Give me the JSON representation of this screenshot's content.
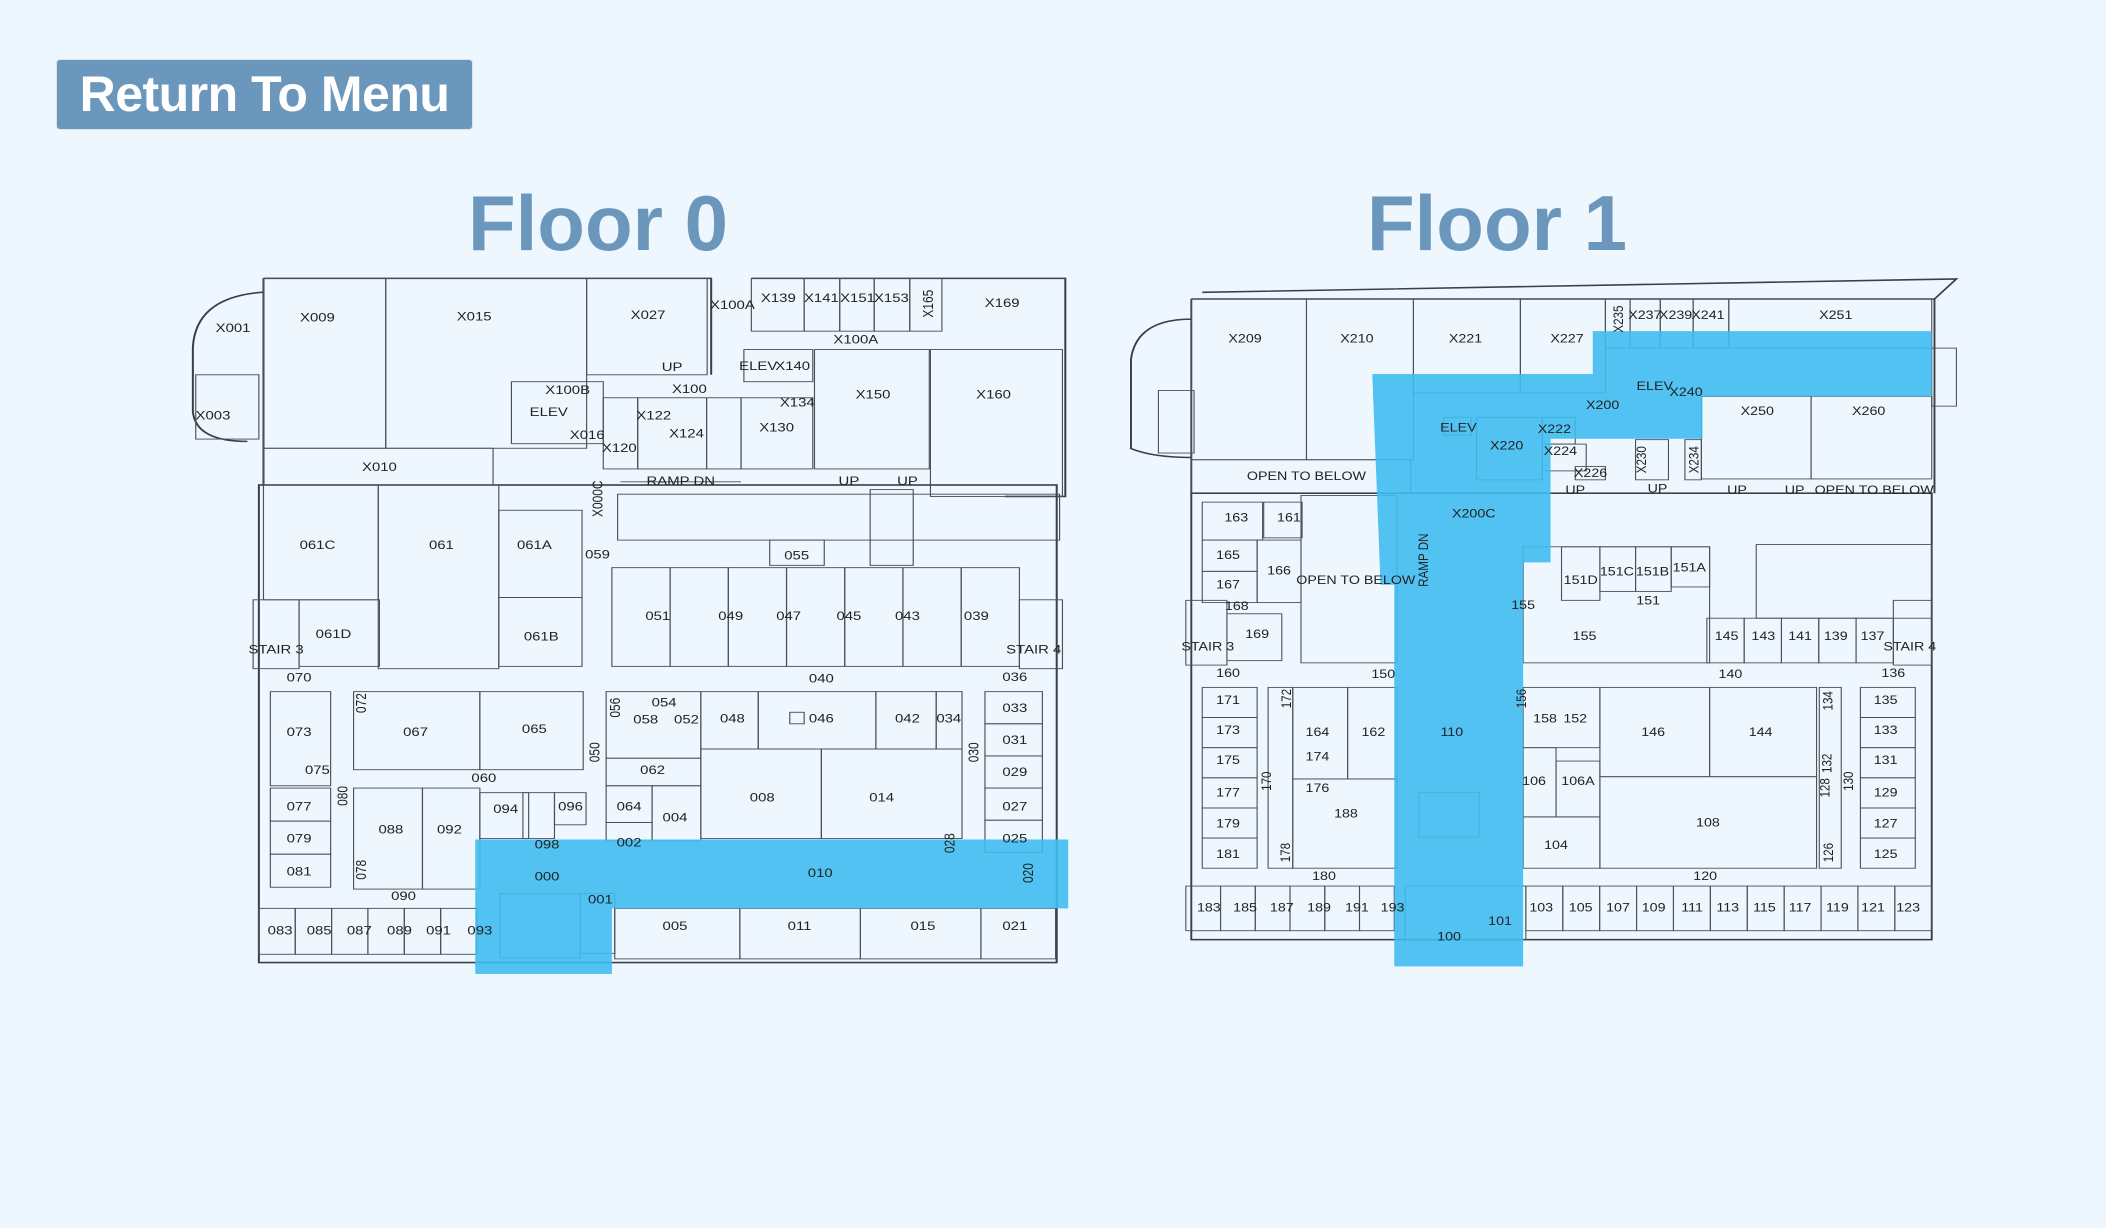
{
  "nav": {
    "return_label": "Return To Menu"
  },
  "colors": {
    "accent": "#6a97bb",
    "route_highlight": "#3fbcf0",
    "background": "#eef6fe"
  },
  "floor0": {
    "title": "Floor 0",
    "rooms": [
      "X001",
      "X009",
      "X015",
      "X027",
      "X100A",
      "X139",
      "X141",
      "X151",
      "X153",
      "X165",
      "X169",
      "X100A",
      "X140",
      "ELEV",
      "X150",
      "X160",
      "X100B",
      "ELEV",
      "X100",
      "X122",
      "X124",
      "X130",
      "X134",
      "X016",
      "X120",
      "X003",
      "X010",
      "X000C",
      "RAMP DN",
      "UP",
      "UP",
      "UP",
      "061C",
      "061",
      "061A",
      "059",
      "055",
      "051",
      "049",
      "047",
      "045",
      "043",
      "039",
      "061D",
      "061B",
      "STAIR 3",
      "STAIR 4",
      "070",
      "040",
      "036",
      "073",
      "072",
      "067",
      "065",
      "056",
      "054",
      "058",
      "052",
      "048",
      "046",
      "042",
      "034",
      "033",
      "031",
      "029",
      "030",
      "050",
      "075",
      "062",
      "060",
      "008",
      "014",
      "080",
      "077",
      "094",
      "096",
      "064",
      "004",
      "027",
      "088",
      "092",
      "079",
      "098",
      "002",
      "025",
      "028",
      "081",
      "078",
      "000",
      "010",
      "020",
      "090",
      "001",
      "083",
      "085",
      "087",
      "089",
      "091",
      "093",
      "005",
      "011",
      "015",
      "021"
    ]
  },
  "floor1": {
    "title": "Floor 1",
    "rooms": [
      "X209",
      "X210",
      "X221",
      "X227",
      "X235",
      "X237",
      "X239",
      "X241",
      "X251",
      "ELEV",
      "X200",
      "ELEV",
      "X240",
      "X250",
      "X260",
      "X220",
      "X222",
      "X224",
      "X226",
      "X230",
      "X234",
      "OPEN TO BELOW",
      "X200C",
      "OPEN TO BELOW",
      "RAMP DN",
      "UP",
      "UP",
      "UP",
      "UP",
      "163",
      "161",
      "165",
      "166",
      "167",
      "OPEN TO BELOW",
      "151D",
      "151C",
      "151B",
      "151A",
      "151",
      "155",
      "155",
      "168",
      "169",
      "145",
      "143",
      "141",
      "139",
      "137",
      "STAIR 3",
      "STAIR 4",
      "160",
      "150",
      "140",
      "136",
      "171",
      "172",
      "135",
      "134",
      "173",
      "164",
      "162",
      "110",
      "158",
      "152",
      "156",
      "146",
      "144",
      "133",
      "175",
      "174",
      "131",
      "132",
      "170",
      "106",
      "106A",
      "130",
      "128",
      "177",
      "176",
      "129",
      "188",
      "108",
      "179",
      "127",
      "104",
      "181",
      "178",
      "126",
      "125",
      "180",
      "120",
      "183",
      "185",
      "187",
      "189",
      "191",
      "193",
      "103",
      "105",
      "107",
      "109",
      "111",
      "113",
      "115",
      "117",
      "119",
      "121",
      "123",
      "101",
      "100"
    ]
  }
}
